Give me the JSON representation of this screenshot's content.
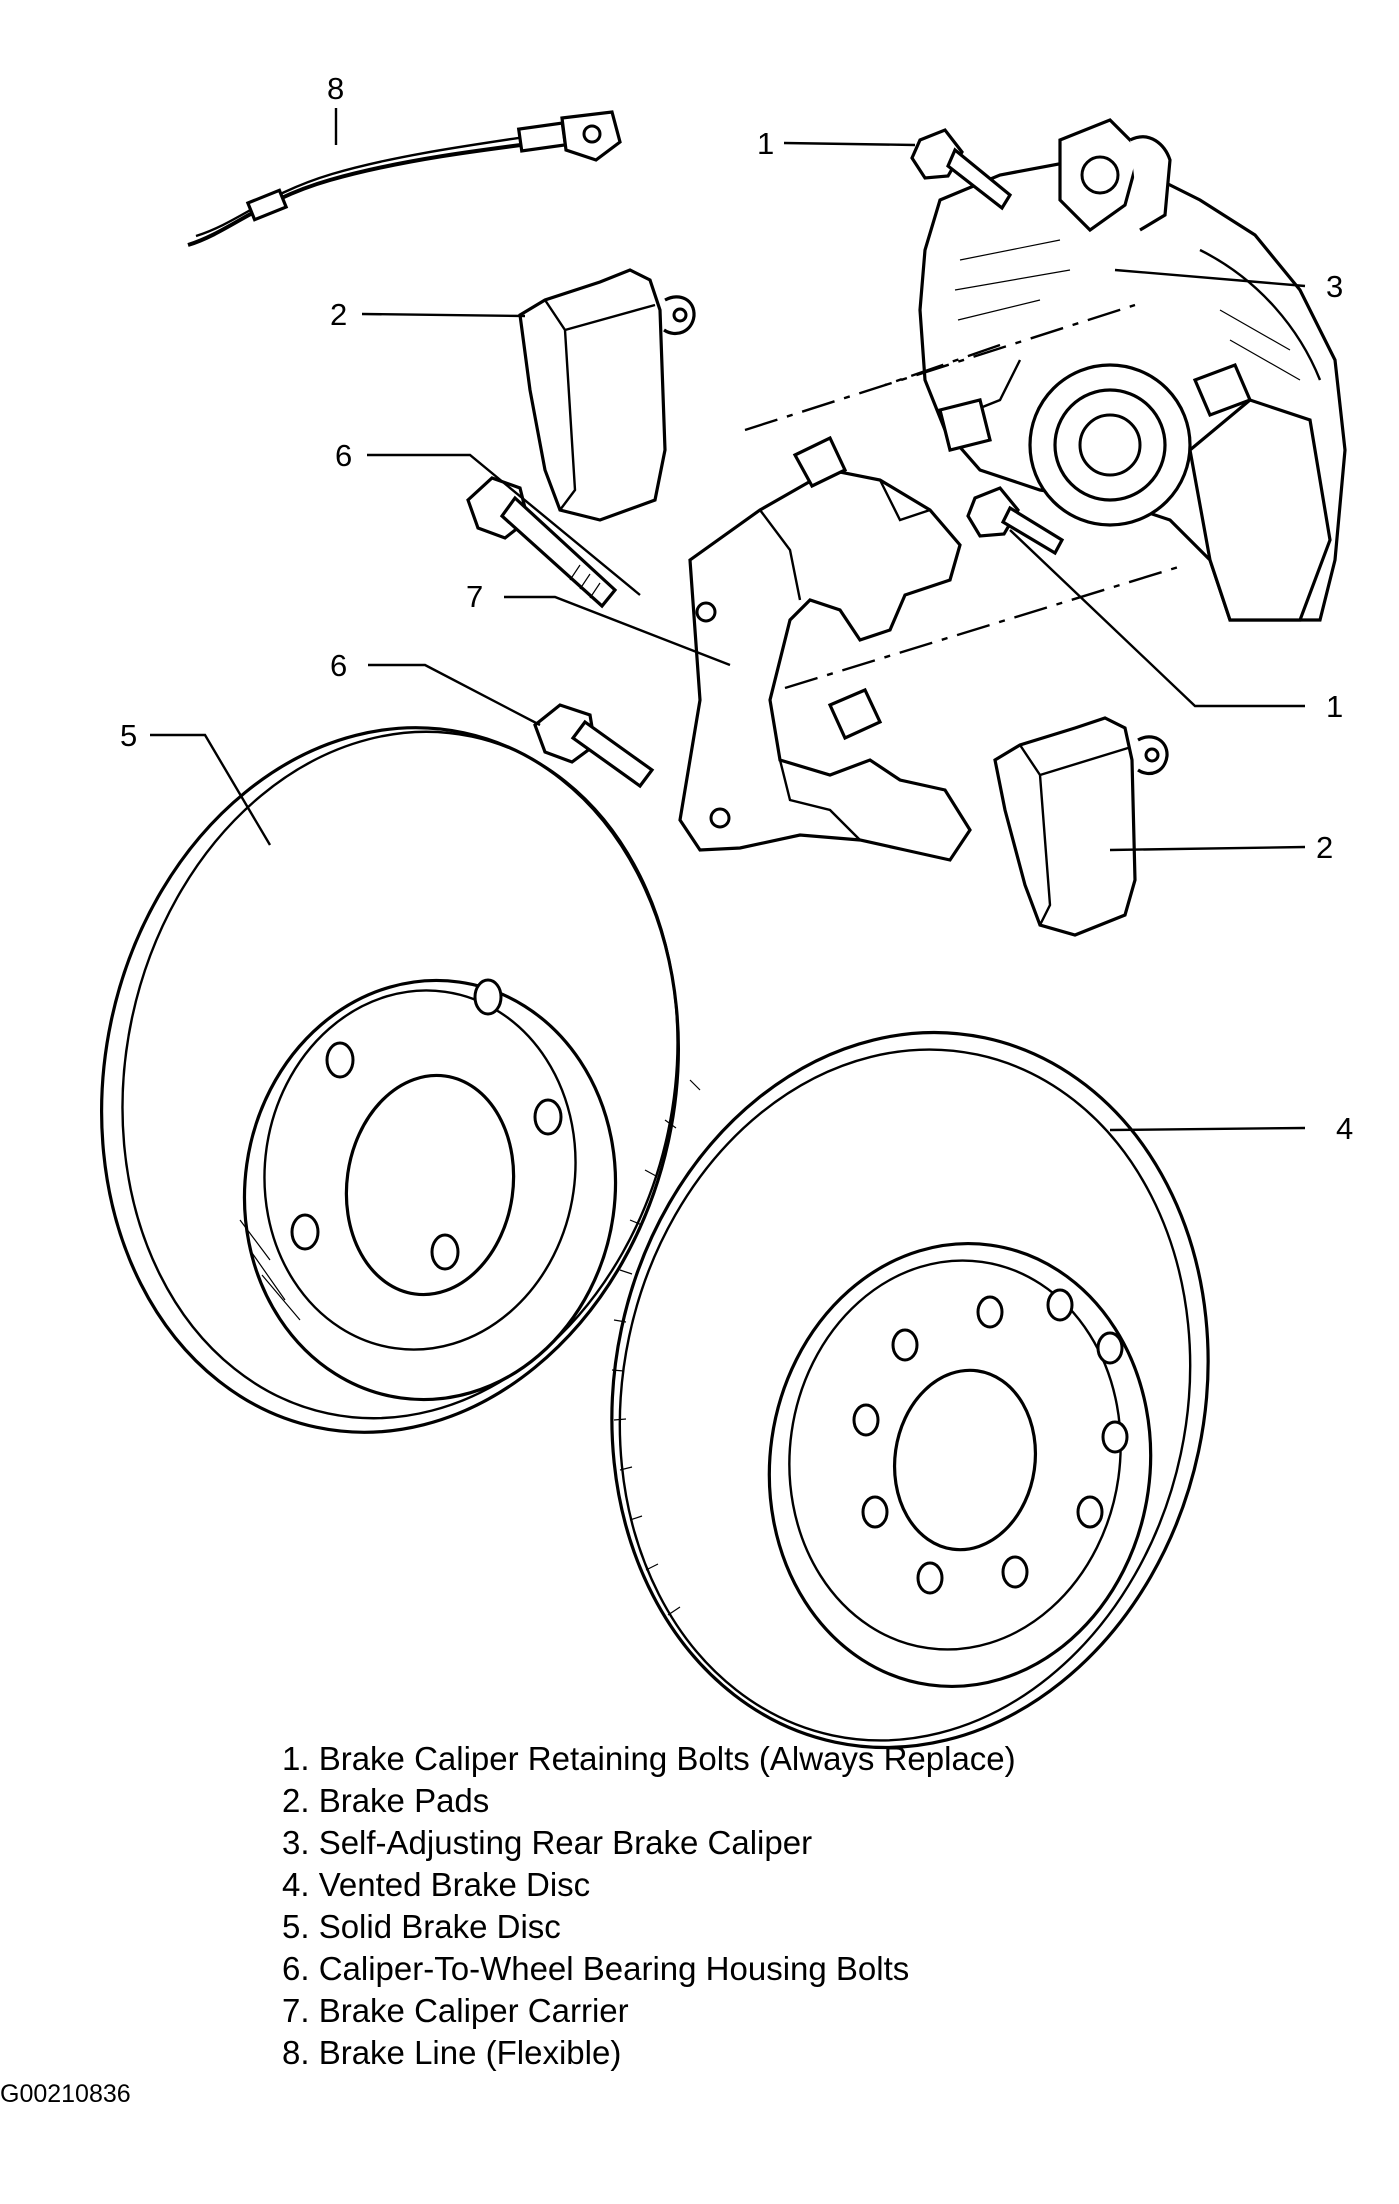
{
  "callouts": [
    {
      "id": "c8a",
      "num": "8"
    },
    {
      "id": "c1a",
      "num": "1"
    },
    {
      "id": "c3",
      "num": "3"
    },
    {
      "id": "c2a",
      "num": "2"
    },
    {
      "id": "c6a",
      "num": "6"
    },
    {
      "id": "c7",
      "num": "7"
    },
    {
      "id": "c6b",
      "num": "6"
    },
    {
      "id": "c1b",
      "num": "1"
    },
    {
      "id": "c5",
      "num": "5"
    },
    {
      "id": "c2b",
      "num": "2"
    },
    {
      "id": "c4",
      "num": "4"
    }
  ],
  "legend": [
    "1. Brake Caliper Retaining Bolts (Always Replace)",
    "2. Brake Pads",
    "3. Self-Adjusting Rear Brake Caliper",
    "4. Vented Brake Disc",
    "5. Solid Brake Disc",
    "6. Caliper-To-Wheel Bearing Housing Bolts",
    "7. Brake Caliper Carrier",
    "8. Brake Line (Flexible)"
  ],
  "figure_id": "G00210836",
  "colors": {
    "line": "#000000",
    "background": "#ffffff"
  }
}
